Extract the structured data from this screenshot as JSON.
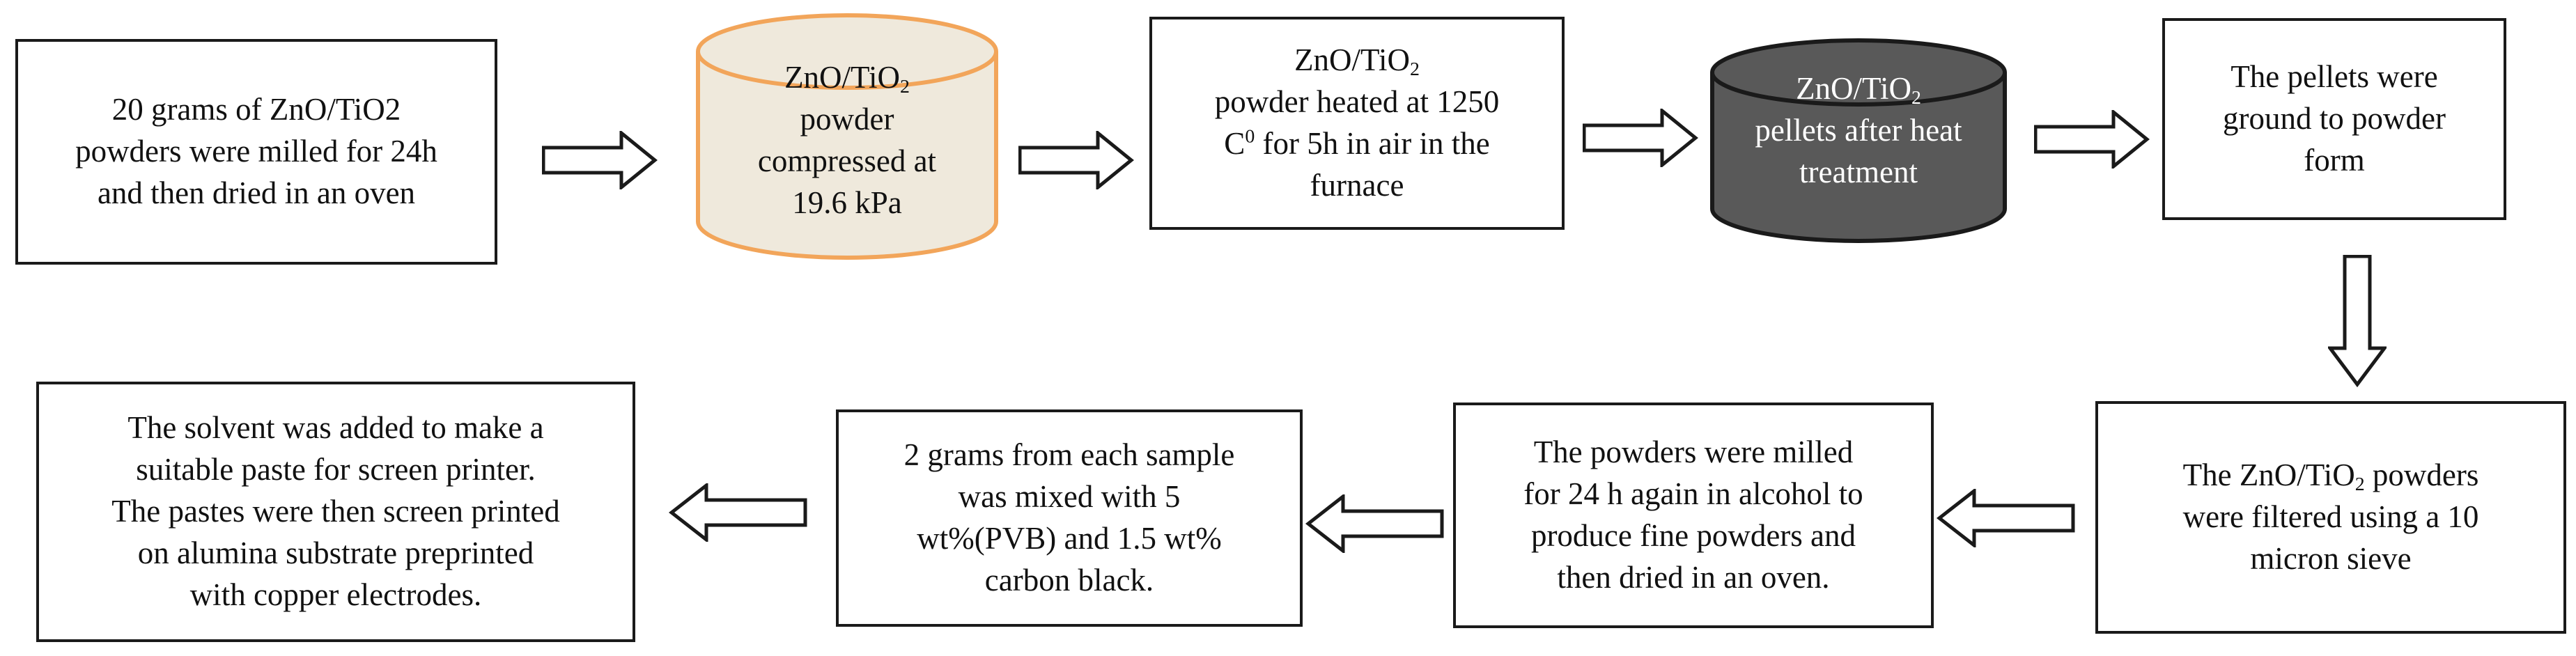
{
  "steps": {
    "step1": {
      "lines": [
        "20 grams  of ZnO/TiO2",
        "powders were milled for 24h",
        "and then dried in an oven"
      ]
    },
    "step2": {
      "line1_main": "ZnO/TiO",
      "line1_sub": "2",
      "lines": [
        "powder",
        "compressed at",
        "19.6 kPa"
      ]
    },
    "step3": {
      "line1_main": "ZnO/TiO",
      "line1_sub": "2",
      "line2": "powder heated at 1250",
      "line3_a": "C",
      "line3_sup": "0",
      "line3_b": " for 5h in air in the",
      "line4": "furnace"
    },
    "step4": {
      "line1_main": "ZnO/TiO",
      "line1_sub": "2",
      "lines": [
        "pellets after heat",
        "treatment"
      ]
    },
    "step5": {
      "lines": [
        "The pellets were",
        "ground to powder",
        "form"
      ]
    },
    "step6": {
      "line1_a": "The ZnO/TiO",
      "line1_sub": "2",
      "line1_b": " powders",
      "lines": [
        "were filtered using a 10",
        "micron sieve"
      ]
    },
    "step7": {
      "lines": [
        "The powders were milled",
        "for 24 h again in alcohol to",
        "produce fine powders and",
        "then dried in an oven."
      ]
    },
    "step8": {
      "lines": [
        "2 grams from each  sample",
        "was mixed with 5",
        "wt%(PVB) and 1.5 wt%",
        "carbon  black."
      ]
    },
    "step9": {
      "lines": [
        "The  solvent  was added to make a",
        "suitable paste for screen printer.",
        "The pastes were then screen printed",
        "on alumina substrate preprinted",
        "with copper electrodes."
      ]
    }
  },
  "colors": {
    "box_border": "#1a1a1a",
    "cylinder_light_fill": "#efe9dc",
    "cylinder_light_stroke": "#f2a55a",
    "cylinder_dark_fill": "#595959",
    "cylinder_dark_stroke": "#1a1a1a",
    "arrow_stroke": "#1a1a1a"
  },
  "icons": [
    "hollow-arrow-right",
    "hollow-arrow-down",
    "hollow-arrow-left"
  ]
}
